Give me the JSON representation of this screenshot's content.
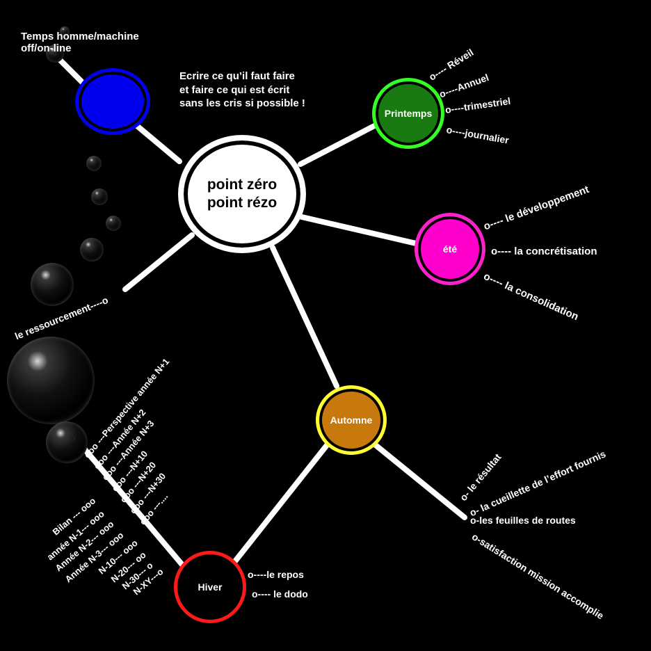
{
  "center": {
    "line1": "point zéro",
    "line2": "point rézo"
  },
  "top_left": {
    "line1": "Temps homme/machine",
    "line2": "off/on-line"
  },
  "motto": [
    "Ecrire ce qu’il faut faire",
    "et faire ce qui est écrit",
    "sans les cris si possible !"
  ],
  "resourcing": "le ressourcement----o",
  "colors": {
    "blue": "#0000ee",
    "green": "#1a7a12",
    "green_border": "#33ff22",
    "magenta": "#ff00cc",
    "magenta_border": "#ff22cc",
    "autumn": "#c7790e",
    "autumn_border": "#ffff33",
    "winter_border": "#ff1a1a"
  },
  "printemps": {
    "label": "Printemps",
    "items": [
      "o---- Réveil",
      "o----Annuel",
      "o----trimestriel",
      "o----journalier"
    ]
  },
  "ete": {
    "label": "été",
    "items": [
      "o---- le développement",
      "o---- la concrétisation",
      "o---- la consolidation"
    ]
  },
  "automne": {
    "label": "Automne",
    "items": [
      "o- le résultat",
      "o- la cueillette de l’effort fournis",
      "o-les feuilles de routes",
      "o-satisfaction mission accomplie"
    ]
  },
  "hiver": {
    "label": "Hiver",
    "items": [
      "o----le repos",
      "o---- le dodo"
    ]
  },
  "perspectives": [
    "ooo ---Perspective année N+1",
    "ooo ---Année N+2",
    "ooo ---Année N+3",
    "ooo ---N+10",
    "ooo ---N+20",
    "ooo ---N+30",
    "ooo ---...."
  ],
  "bilans": [
    "Bilan --- ooo",
    "année N-1--- ooo",
    "Année N-2--- ooo",
    "Année N-3--- ooo",
    "N-10--- ooo",
    "N-20--- oo",
    "N-30--- o",
    "N-XY---o"
  ]
}
